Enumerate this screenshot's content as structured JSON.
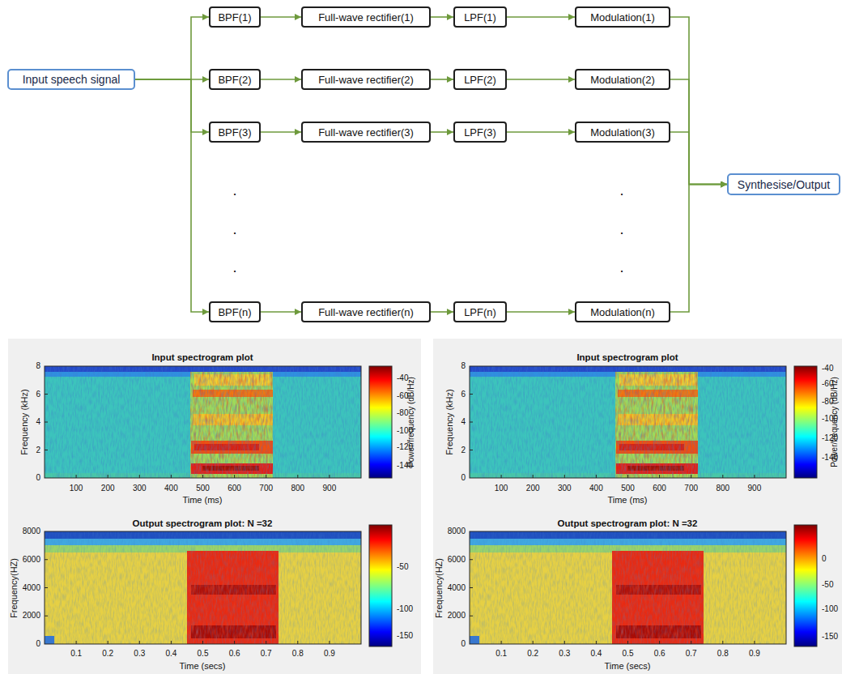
{
  "diagram": {
    "nodes": [
      {
        "text": [
          "BPF(1)"
        ]
      },
      {
        "text": [
          "Full-wave rectifier(1)"
        ]
      },
      {
        "text": [
          "LPF(1)"
        ]
      },
      {
        "text": [
          "Modulation(1)"
        ]
      },
      {
        "text": [
          "Input speech signal"
        ]
      },
      {
        "text": [
          "BPF(2)"
        ]
      },
      {
        "text": [
          "Full-wave rectifier(2)"
        ]
      },
      {
        "text": [
          "LPF(2)"
        ]
      },
      {
        "text": [
          "Modulation(2)"
        ]
      },
      {
        "text": [
          "BPF(3)"
        ]
      },
      {
        "text": [
          "Full-wave rectifier(3)"
        ]
      },
      {
        "text": [
          "LPF(3)"
        ]
      },
      {
        "text": [
          "Modulation(3)"
        ]
      },
      {
        "text": [
          "Synthesise/Output"
        ]
      },
      {
        "text": [
          "BPF(n)"
        ]
      },
      {
        "text": [
          "Full-wave rectifier(n)"
        ]
      },
      {
        "text": [
          "LPF(n)"
        ]
      },
      {
        "text": [
          "Modulation(n)"
        ]
      }
    ],
    "edges": [
      {
        "from": 4,
        "to": 0,
        "arrow": "to"
      },
      {
        "from": 4,
        "to": 5,
        "arrow": "to"
      },
      {
        "from": 4,
        "to": 9,
        "arrow": "to"
      },
      {
        "from": 4,
        "to": 14,
        "arrow": "to"
      },
      {
        "from": 0,
        "to": 1,
        "arrow": "to"
      },
      {
        "from": 1,
        "to": 2,
        "arrow": "to"
      },
      {
        "from": 2,
        "to": 3,
        "arrow": "to"
      },
      {
        "from": 5,
        "to": 6,
        "arrow": "to"
      },
      {
        "from": 6,
        "to": 7,
        "arrow": "to"
      },
      {
        "from": 7,
        "to": 8,
        "arrow": "to"
      },
      {
        "from": 9,
        "to": 10,
        "arrow": "to"
      },
      {
        "from": 10,
        "to": 11,
        "arrow": "to"
      },
      {
        "from": 11,
        "to": 12,
        "arrow": "to"
      },
      {
        "from": 14,
        "to": 15,
        "arrow": "to"
      },
      {
        "from": 15,
        "to": 16,
        "arrow": "to"
      },
      {
        "from": 16,
        "to": 17,
        "arrow": "to"
      },
      {
        "from": 3,
        "to": 13,
        "arrow": "to"
      },
      {
        "from": 8,
        "to": 13,
        "arrow": "to"
      },
      {
        "from": 12,
        "to": 13,
        "arrow": "to"
      },
      {
        "from": 17,
        "to": 13,
        "arrow": "to"
      }
    ],
    "labels": [
      ".",
      ".",
      ".",
      ".",
      ".",
      ".",
      "Input spectrogram plot",
      "Frequency (kHz)",
      "8",
      "6",
      "4",
      "2",
      "0",
      "100",
      "200",
      "300",
      "400",
      "500",
      "600",
      "700",
      "800",
      "900",
      "Time (ms)",
      "-40",
      "-60",
      "-80",
      "-100",
      "-120",
      "-140",
      "Power/frequency (dB/Hz)",
      "Output spectrogram plot: N =32",
      "Frequency(HZ)",
      "8000",
      "6000",
      "4000",
      "2000",
      "0",
      "0.1",
      "0.2",
      "0.3",
      "0.4",
      "0.5",
      "0.6",
      "0.7",
      "0.8",
      "0.9",
      "Time (secs)",
      "-50",
      "-100",
      "-150",
      "Input spectrogram plot",
      "Frequency (kHz)",
      "8",
      "6",
      "4",
      "2",
      "0",
      "100",
      "200",
      "300",
      "400",
      "500",
      "600",
      "700",
      "800",
      "900",
      "Time (ms)",
      "-40",
      "-60",
      "-80",
      "-100",
      "-120",
      "-140",
      "Power/frequency (dB/Hz)",
      "Output spectrogram plot: N =32",
      "Frequency(HZ)",
      "8000",
      "6000",
      "4000",
      "2000",
      "0",
      "0.1",
      "0.2",
      "0.3",
      "0.4",
      "0.5",
      "0.6",
      "0.7",
      "0.8",
      "0.9",
      "Time (secs)",
      "0",
      "-50",
      "-100",
      "-150"
    ]
  }
}
